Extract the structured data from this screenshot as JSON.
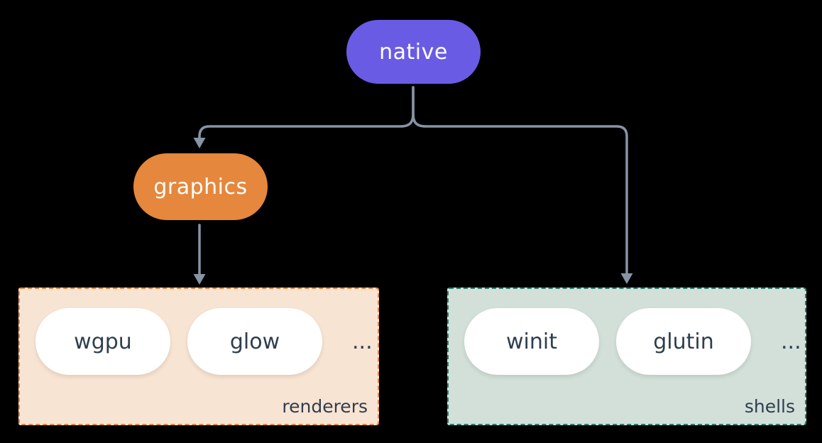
{
  "diagram": {
    "background": "#000000",
    "connector_color": "#8694A4",
    "root": {
      "label": "native",
      "fill": "#6A5BE4",
      "text_color": "#FFFFFF"
    },
    "mid": {
      "label": "graphics",
      "fill": "#E5873C",
      "text_color": "#FFFFFF"
    },
    "groups": [
      {
        "label": "renderers",
        "fill": "#F8E4D3",
        "border_color": "#E08742",
        "item_text_color": "#2F3E4E",
        "items": [
          "wgpu",
          "glow"
        ],
        "ellipsis": "..."
      },
      {
        "label": "shells",
        "fill": "#D2E0D9",
        "border_color": "#2E7C6C",
        "item_text_color": "#2F3E4E",
        "items": [
          "winit",
          "glutin"
        ],
        "ellipsis": "..."
      }
    ]
  }
}
